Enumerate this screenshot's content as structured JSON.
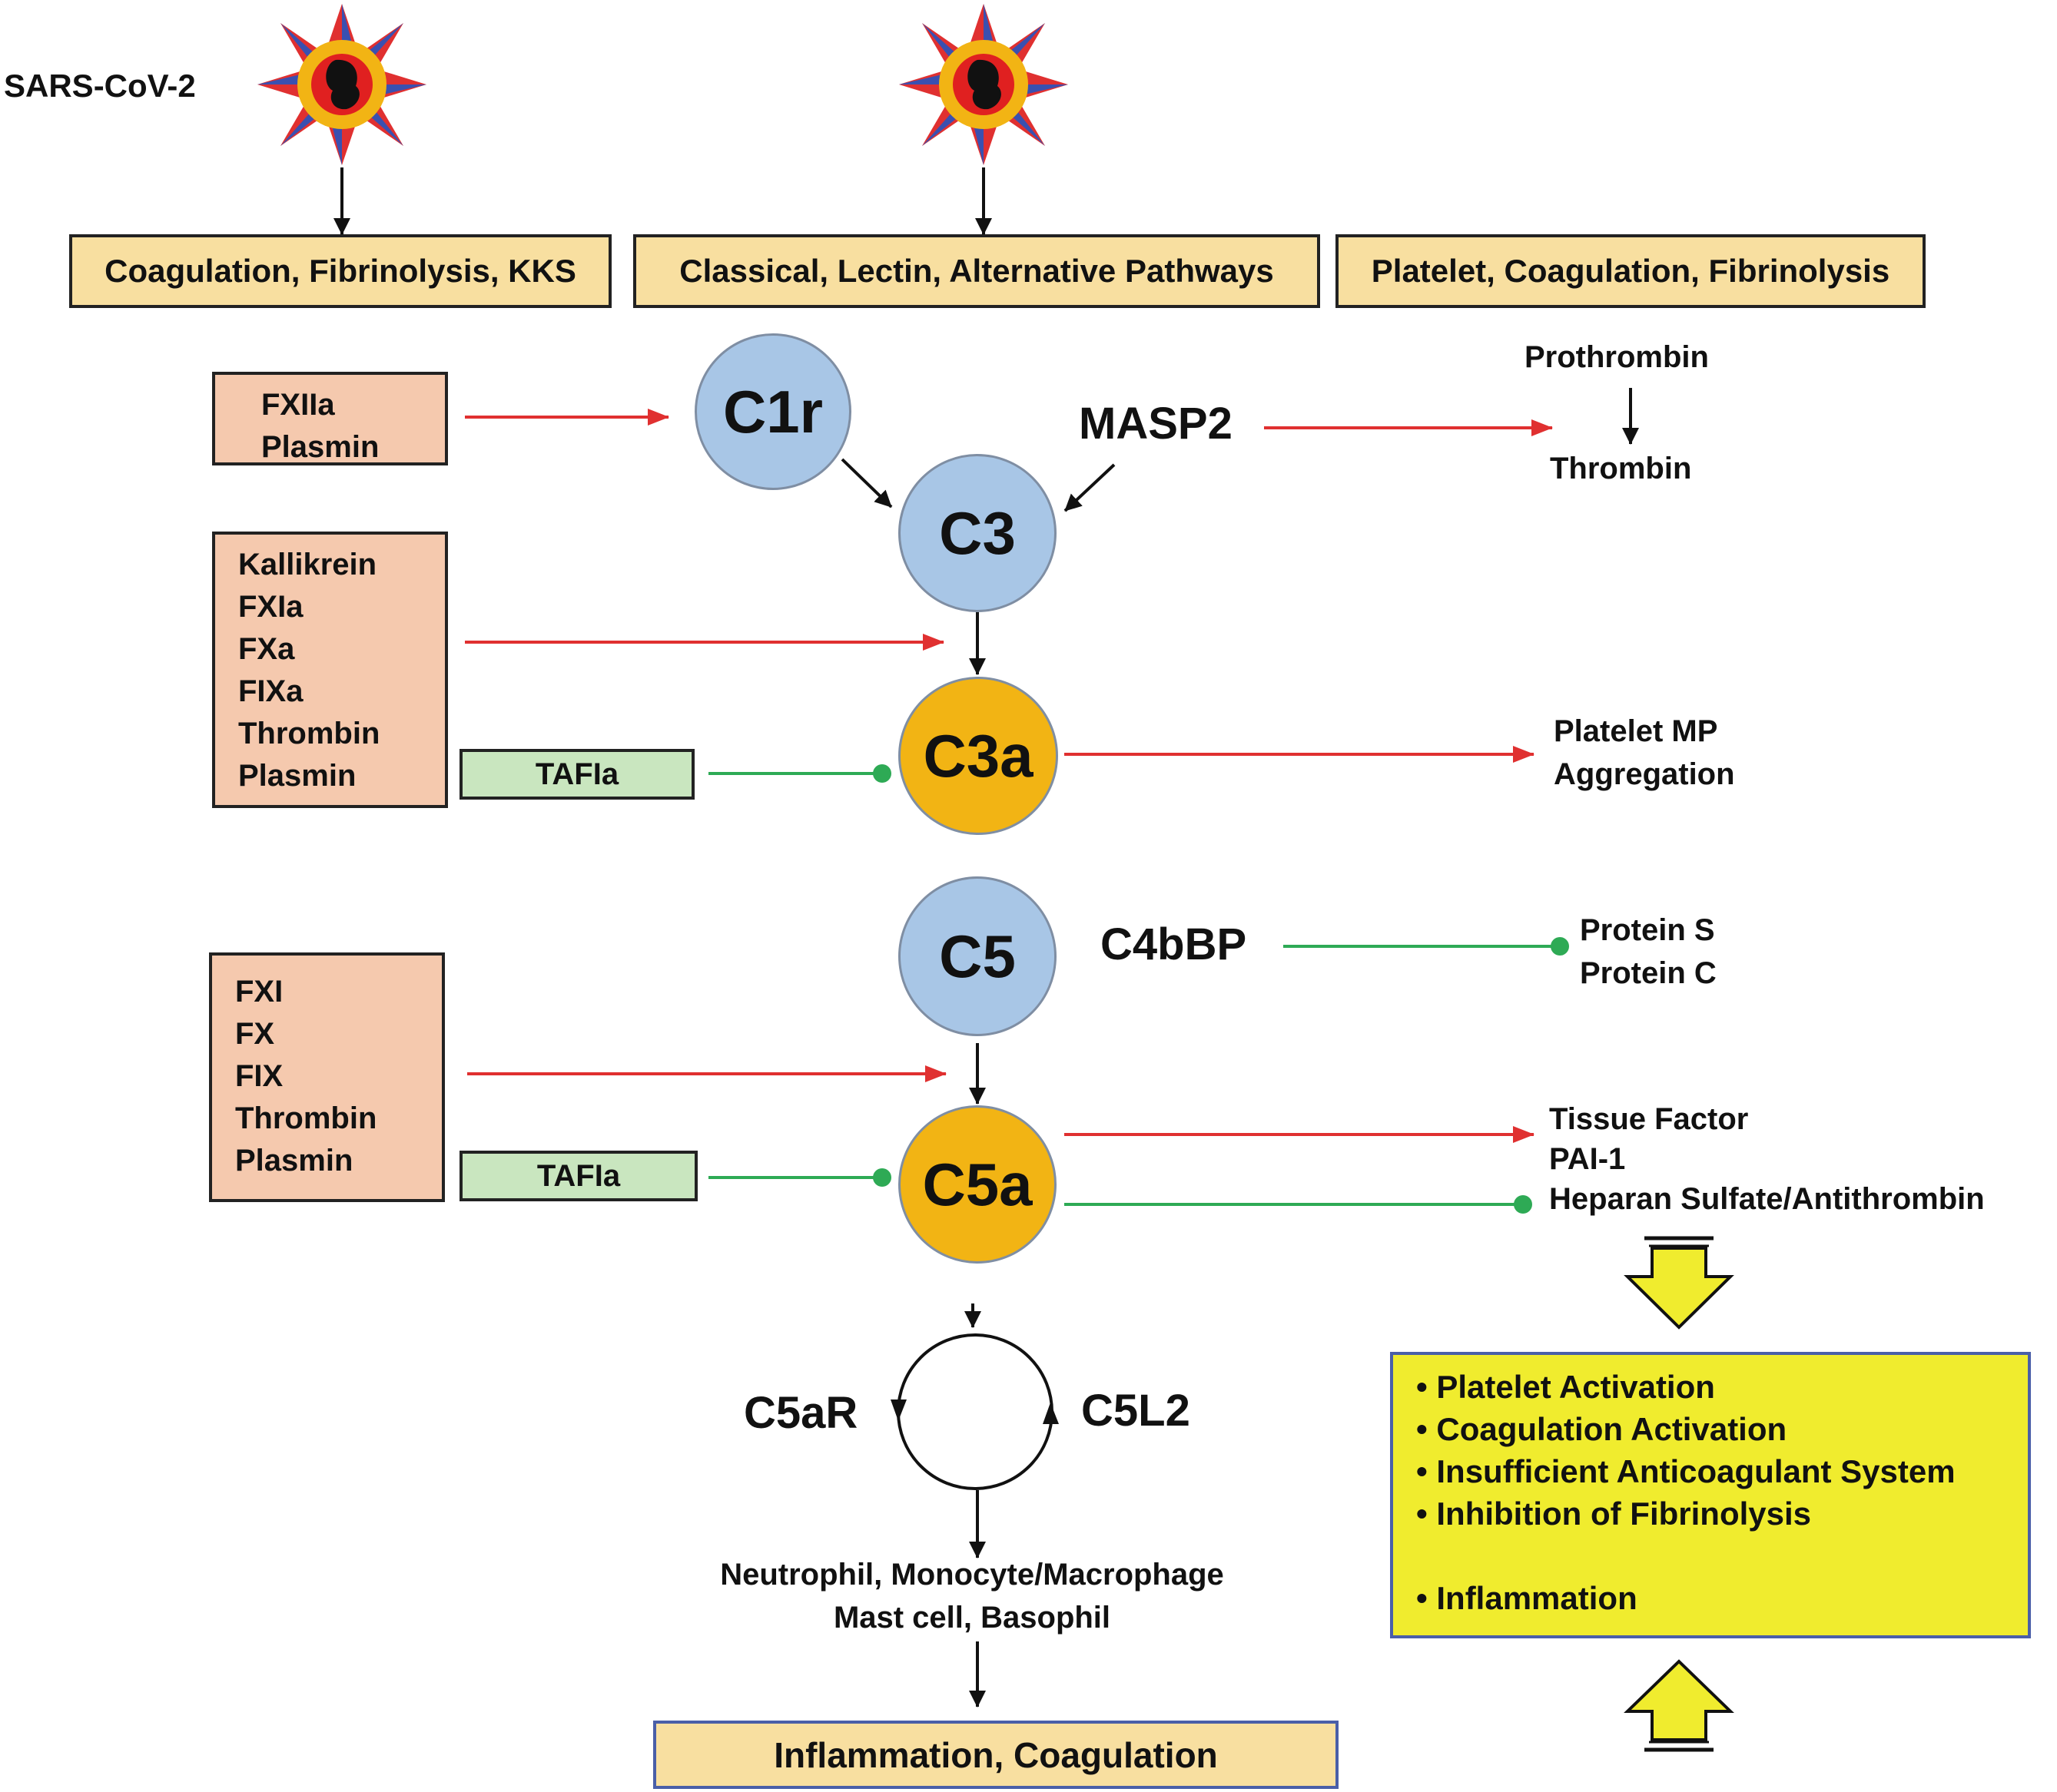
{
  "virus_label": "SARS-CoV-2",
  "header_boxes": [
    "Coagulation, Fibrinolysis, KKS",
    "Classical, Lectin, Alternative Pathways",
    "Platelet, Coagulation, Fibrinolysis"
  ],
  "nodes": {
    "c1r": "C1r",
    "c3": "C3",
    "c3a": "C3a",
    "c5": "C5",
    "c5a": "C5a"
  },
  "masp2": "MASP2",
  "c4bbp": "C4bBP",
  "factor_boxes": {
    "c1r_activators": [
      "FXIIa",
      "Plasmin"
    ],
    "c3_activators": [
      "Kallikrein",
      "FXIa",
      "FXa",
      "FIXa",
      "Thrombin",
      "Plasmin"
    ],
    "c5_activators": [
      "FXI",
      "FX",
      "FIX",
      "Thrombin",
      "Plasmin"
    ]
  },
  "tafia_labels": [
    "TAFIa",
    "TAFIa"
  ],
  "prothrombin": "Prothrombin",
  "thrombin": "Thrombin",
  "platelet_effects": [
    "Platelet MP",
    "Aggregation"
  ],
  "protein_targets": [
    "Protein S",
    "Protein C"
  ],
  "c5a_targets": [
    "Tissue Factor",
    "PAI-1",
    "Heparan Sulfate/Antithrombin"
  ],
  "receptors": {
    "left": "C5aR",
    "right": "C5L2"
  },
  "cells": [
    "Neutrophil, Monocyte/Macrophage",
    "Mast cell, Basophil"
  ],
  "outcome": "Inflammation, Coagulation",
  "effects": [
    "• Platelet Activation",
    "• Coagulation Activation",
    "• Insufficient Anticoagulant System",
    "• Inhibition of Fibrinolysis",
    "• Inflammation"
  ],
  "colors": {
    "activation_arrow": "#e03030",
    "inhibition_line": "#2eaa55",
    "flow_arrow": "#111111",
    "highlight_arrow": "#f0ec2e"
  }
}
